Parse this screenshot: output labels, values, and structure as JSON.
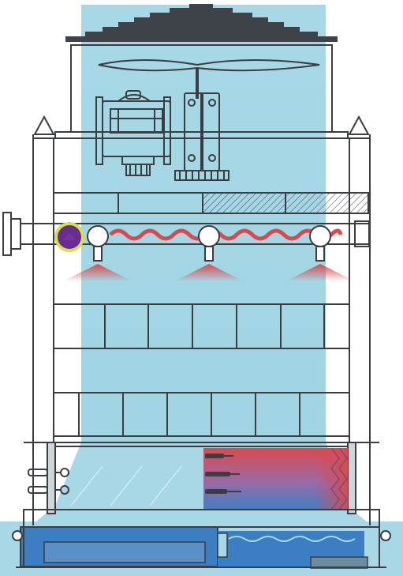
{
  "diagram": {
    "subject": "cooling-tower-cross-section",
    "labels": [],
    "colors": {
      "outline": "#3a3d42",
      "airflow": "#a8d8e6",
      "roof": "#3d4349",
      "spray": "#d94a4e",
      "water_hot": "#d94a4e",
      "water_cool": "#3f7fc4",
      "basin": "#3b7ec2",
      "valve_ring": "#d6e04a",
      "valve_fill": "#6a2c91"
    },
    "components": {
      "fan": {
        "icon": "fan-blades-icon"
      },
      "motor": {
        "icon": "motor-gearbox-icon"
      },
      "drift_eliminator": {
        "icon": "drift-eliminator-icon"
      },
      "spray_nozzles": {
        "count": 3,
        "icon": "spray-nozzle-icon"
      },
      "inlet_valve": {
        "icon": "valve-icon"
      },
      "fill_media": {
        "icon": "fill-grid-icon"
      },
      "heat_exchange_coils": {
        "count": 3,
        "icon": "heater-coil-icon"
      },
      "basin": {
        "icon": "water-basin-icon"
      }
    }
  }
}
